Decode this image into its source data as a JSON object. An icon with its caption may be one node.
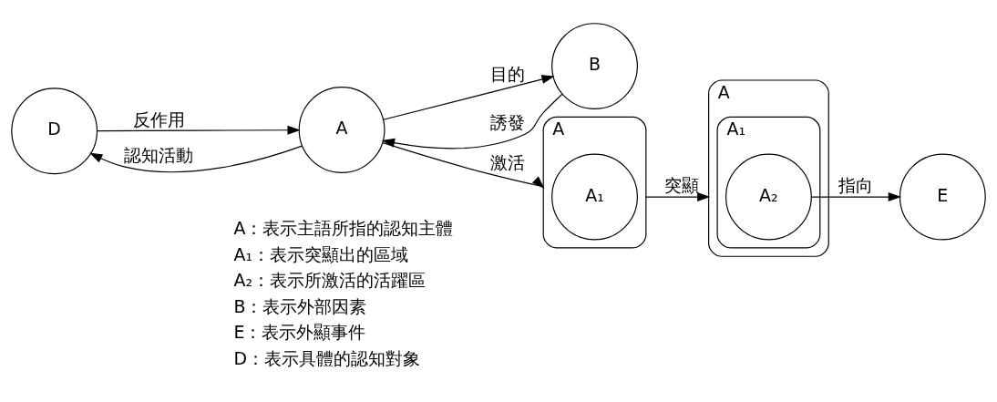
{
  "diagram": {
    "nodes": [
      {
        "text": [
          "D"
        ]
      },
      {
        "text": [
          "B"
        ]
      },
      {
        "text": [
          "A"
        ]
      },
      {
        "text": [
          "A"
        ]
      },
      {
        "text": [
          "A₁"
        ],
        "in": 3
      },
      {
        "text": [
          "A"
        ]
      },
      {
        "text": [
          "A₁"
        ],
        "in": 5
      },
      {
        "text": [
          "A₂"
        ],
        "in": 6
      },
      {
        "text": [
          "E"
        ]
      }
    ],
    "edges": [
      {
        "from": 2,
        "to": 0,
        "arrow": "to",
        "label": "認知活動"
      },
      {
        "from": 0,
        "to": 2,
        "arrow": "to",
        "label": "反作用"
      },
      {
        "from": 1,
        "to": 2,
        "arrow": "to",
        "label": "誘發"
      },
      {
        "from": 2,
        "to": 1,
        "arrow": "to",
        "label": "目的"
      },
      {
        "from": 2,
        "to": 3,
        "arrow": "to",
        "label": "激活"
      },
      {
        "from": 3,
        "to": 5,
        "arrow": "to",
        "label": "突顯"
      },
      {
        "from": 7,
        "to": 8,
        "arrow": "to",
        "label": "指向"
      }
    ],
    "labels": [
      "A：表示主語所指的認知主體",
      "A₁：表示突顯出的區域",
      "A₂：表示所激活的活躍區",
      "B：表示外部因素",
      "E：表示外顯事件",
      "D：表示具體的認知對象"
    ]
  }
}
